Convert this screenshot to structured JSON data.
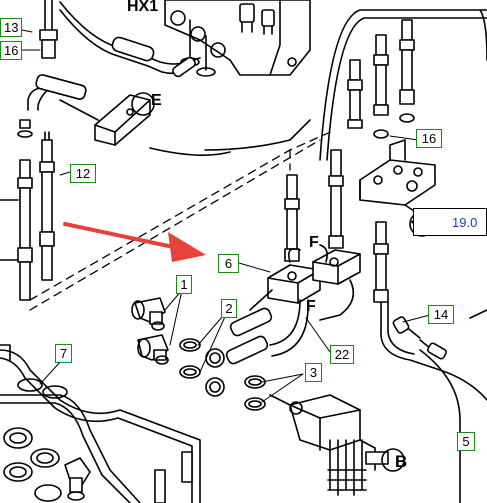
{
  "labels": {
    "hx1": "HX1",
    "e": "E",
    "f_upper": "F",
    "f_lower": "F",
    "b": "B"
  },
  "callouts": {
    "c13": "13",
    "c16_left": "16",
    "c12": "12",
    "c16_right": "16",
    "c6": "6",
    "c1": "1",
    "c2": "2",
    "c22": "22",
    "c3": "3",
    "c7": "7",
    "c14": "14",
    "c5": "5"
  },
  "reference": {
    "text": "19.0"
  },
  "colors": {
    "callout_border": "#1a8a1a",
    "arrow": "#e8413a",
    "reference_text": "#1a3fb0",
    "line": "#000000"
  }
}
